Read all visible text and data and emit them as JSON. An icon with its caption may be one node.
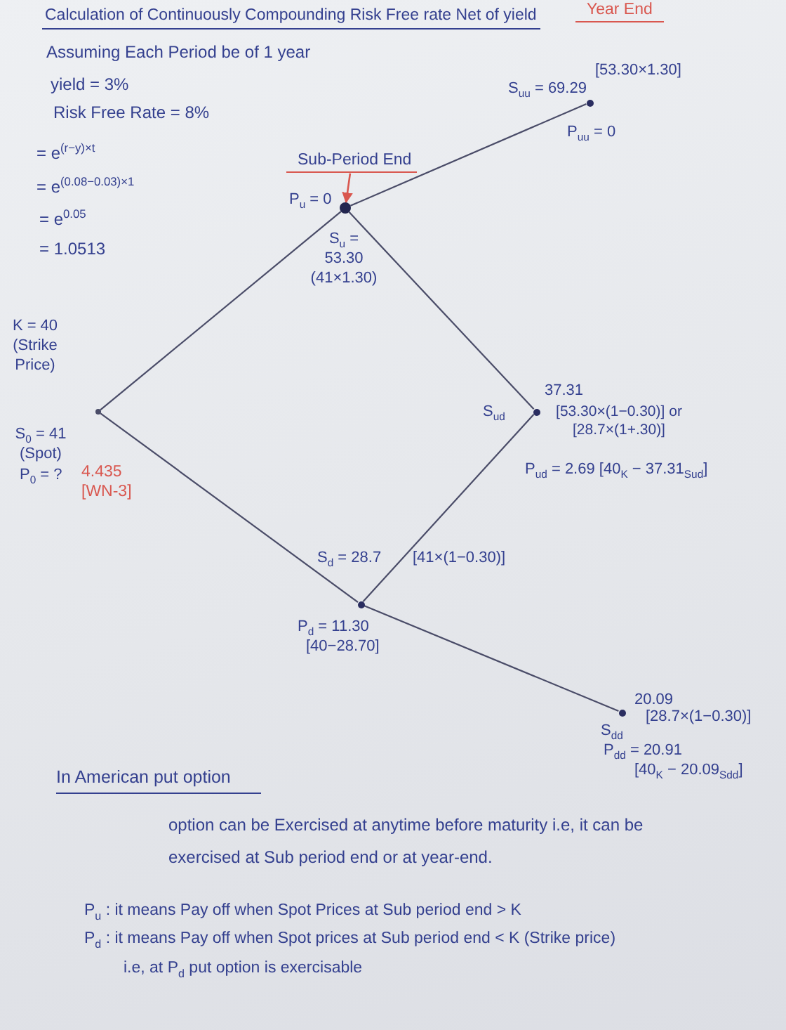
{
  "diagram": {
    "title": "Calculation of Continuously Compounding Risk Free rate Net of yield",
    "nodes": [
      {
        "text": [],
        "shape": "circle",
        "beside": [
          "S$_{0}$ = 41 (Spot)",
          "P$_{0}$ = ?",
          "4.435 [WN-3]"
        ]
      },
      {
        "text": [],
        "shape": "circle",
        "beside": [
          "P$_{u}$ = 0",
          "S$_{u}$ = 53.30 (41×1.30)"
        ]
      },
      {
        "text": [],
        "shape": "circle",
        "beside": [
          "S$_{d}$ = 28.7",
          "[41×(1−0.30)]",
          "P$_{d}$ = 11.30",
          "[40−28.70]"
        ]
      },
      {
        "text": [],
        "shape": "circle",
        "beside": [
          "S$_{uu}$ = 69.29",
          "[53.30×1.30]",
          "P$_{uu}$ = 0"
        ]
      },
      {
        "text": [],
        "shape": "circle",
        "beside": [
          "S$_{ud}$",
          "37.31",
          "[53.30×(1−0.30)] or [28.7×(1+.30)]",
          "P$_{ud}$ = 2.69 [40$_{K}$ − 37.31$_{Sud}$]"
        ]
      },
      {
        "text": [],
        "shape": "circle",
        "beside": [
          "20.09",
          "[28.7×(1−0.30)]",
          "S$_{dd}$",
          "P$_{dd}$ = 20.91",
          "[40$_{K}$ − 20.09$_{Sdd}$]"
        ]
      },
      {
        "text": [
          "Sub-Period End"
        ]
      }
    ],
    "edges": [
      {
        "from": 0,
        "to": 1,
        "arrow": "none"
      },
      {
        "from": 0,
        "to": 2,
        "arrow": "none"
      },
      {
        "from": 1,
        "to": 3,
        "arrow": "none"
      },
      {
        "from": 1,
        "to": 4,
        "arrow": "none"
      },
      {
        "from": 2,
        "to": 4,
        "arrow": "none"
      },
      {
        "from": 2,
        "to": 5,
        "arrow": "none"
      },
      {
        "from": 6,
        "to": 1,
        "arrow": "to",
        "color": "#d9574f"
      }
    ],
    "labels": [
      "Year End",
      "Assuming Each Period be of 1 year",
      "yield = 3%",
      "Risk Free Rate = 8%",
      "= e$^{(r−y)×t}$",
      "= e$^{(0.08−0.03)×1}$",
      "= e$^{0.05}$",
      "= 1.0513",
      "K = 40 (Strike Price)",
      "In American put option",
      "option can be Exercised at anytime before maturity i.e, it can be exercised at Sub period end or at year-end.",
      "P$_{u}$ : it means Pay off when Spot Prices at Sub period end > K",
      "P$_{d}$ : it means Pay off when Spot prices at Sub period end < K (Strike price)",
      "i.e, at P$_{d}$ put option is exercisable"
    ]
  }
}
